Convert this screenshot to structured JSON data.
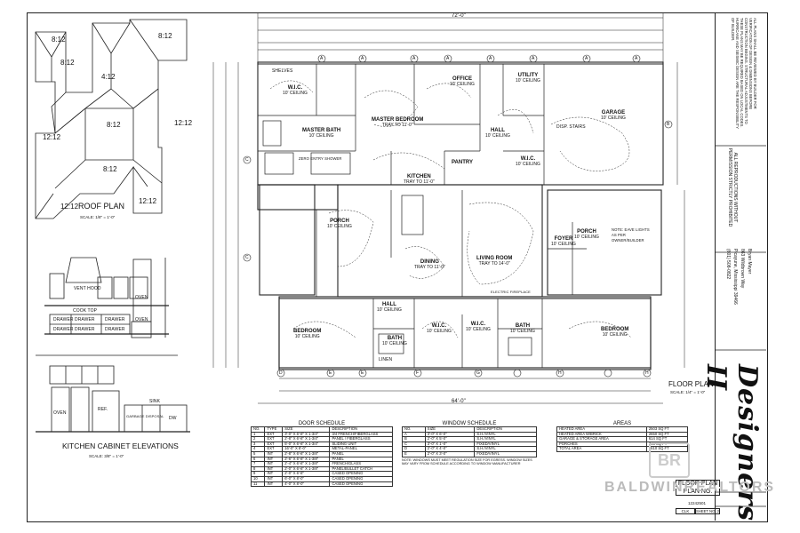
{
  "roof_plan": {
    "title": "ROOF PLAN",
    "scale": "SCALE: 1/8\" = 1'-0\"",
    "pitches": [
      "8:12",
      "8:12",
      "4:12",
      "8:12",
      "12:12",
      "8:12",
      "12:12",
      "8:12",
      "12:12",
      "12:12"
    ]
  },
  "kitchen_elevations": {
    "title": "KITCHEN CABINET ELEVATIONS",
    "scale": "SCALE: 3/8\" = 1'-0\"",
    "labels": [
      "VENT HOOD",
      "COOK TOP",
      "OVEN",
      "OVEN",
      "DRAWER",
      "DRAWER",
      "DRAWER",
      "DRAWER",
      "DRAWER",
      "DRAWER",
      "OVEN",
      "REF.",
      "SINK",
      "DW",
      "GARBAGE DISPOSAL"
    ]
  },
  "floor_plan": {
    "title": "FLOOR PLAN",
    "scale": "SCALE: 1/4\" = 1'-0\"",
    "overall_width": "72'-0\"",
    "overall_bottom": "64'-0\"",
    "rooms": [
      {
        "name": "W.I.C.",
        "ceiling": "10' CEILING"
      },
      {
        "name": "MASTER BEDROOM",
        "ceiling": "TRAY TO 11'-0\""
      },
      {
        "name": "MASTER BATH",
        "ceiling": "10' CEILING"
      },
      {
        "name": "OFFICE",
        "ceiling": "10' CEILING"
      },
      {
        "name": "UTILITY",
        "ceiling": "10' CEILING"
      },
      {
        "name": "GARAGE",
        "ceiling": "10' CEILING"
      },
      {
        "name": "HALL",
        "ceiling": "10' CEILING"
      },
      {
        "name": "W.I.C.",
        "ceiling": "10' CEILING"
      },
      {
        "name": "PANTRY",
        "ceiling": ""
      },
      {
        "name": "KITCHEN",
        "ceiling": "TRAY TO 11'-0\""
      },
      {
        "name": "PORCH",
        "ceiling": "10' CEILING"
      },
      {
        "name": "DINING",
        "ceiling": "TRAY TO 11'-0\""
      },
      {
        "name": "LIVING ROOM",
        "ceiling": "TRAY TO 14'-0\""
      },
      {
        "name": "FOYER",
        "ceiling": "10' CEILING"
      },
      {
        "name": "PORCH",
        "ceiling": "10' CEILING"
      },
      {
        "name": "HALL",
        "ceiling": "10' CEILING"
      },
      {
        "name": "BEDROOM",
        "ceiling": "10' CEILING"
      },
      {
        "name": "BATH",
        "ceiling": "10' CEILING"
      },
      {
        "name": "W.I.C.",
        "ceiling": "10' CEILING"
      },
      {
        "name": "W.I.C.",
        "ceiling": "10' CEILING"
      },
      {
        "name": "BATH",
        "ceiling": "10' CEILING"
      },
      {
        "name": "BEDROOM",
        "ceiling": "10' CEILING"
      }
    ],
    "notes": {
      "shelves": "SHELVES",
      "zero_entry_shower": "ZERO ENTRY SHOWER",
      "disp_stairs": "DISP. STAIRS",
      "linen": "LINEN",
      "eave_note": "NOTE: EAVE LIGHTS AS PER OWNER/BUILDER",
      "electric_fireplace": "ELECTRIC FIREPLACE",
      "grid_labels": [
        "A",
        "A",
        "A",
        "A",
        "A",
        "A",
        "A",
        "A",
        "B",
        "C",
        "C",
        "D",
        "E",
        "E",
        "F",
        "G",
        "H",
        "H"
      ]
    }
  },
  "door_schedule": {
    "title": "DOOR SCHEDULE",
    "headers": [
      "NO.",
      "TYPE",
      "SIZE",
      "DESCRIPTION"
    ],
    "rows": [
      [
        "1",
        "EXT",
        "3'-0\" X 6'-8\" X 1-3/4\"",
        "3/4 FRENCH/FIBERGLASS"
      ],
      [
        "2",
        "EXT",
        "2'-8\" X 6'-8\" X 1-3/4\"",
        "PANEL / FIBERGLASS"
      ],
      [
        "3",
        "EXT",
        "5'-0\" X 6'-8\" X 1-3/4\"",
        "SLIDING UNIT"
      ],
      [
        "4",
        "EXT",
        "16'-0\" X 8'-0\"",
        "METAL-PANEL"
      ],
      [
        "5",
        "INT",
        "2'-8\" X 6'-8\" X 1-3/8\"",
        "PANEL"
      ],
      [
        "6",
        "INT",
        "2'-6\" X 6'-8\" X 1-3/8\"",
        "PANEL"
      ],
      [
        "7",
        "INT",
        "2'-4\" X 6'-8\" X 1-3/8\"",
        "FRENCH/GLASS"
      ],
      [
        "8",
        "INT",
        "2'-0\" X 6'-8\" X 1-3/8\"",
        "PANEL/BULLET CATCH"
      ],
      [
        "9",
        "INT",
        "2'-0\" X 6'-8\"",
        "CASED OPENING"
      ],
      [
        "10",
        "INT",
        "6'-0\" X 8'-0\"",
        "CASED OPENING"
      ],
      [
        "11",
        "INT",
        "4'-0\" X 8'-0\"",
        "CASED OPENING"
      ]
    ]
  },
  "window_schedule": {
    "title": "WINDOW SCHEDULE",
    "headers": [
      "NO.",
      "SIZE",
      "DESCRIPTION"
    ],
    "rows": [
      [
        "A",
        "3'-0\" X 6'-0\"",
        "S.H./VINYL"
      ],
      [
        "B",
        "2'-0\" X 5'-0\"",
        "S.H./VINYL"
      ],
      [
        "C",
        "3'-0\" X 1'-0\"",
        "FIXED/VINYL"
      ],
      [
        "D",
        "2'-0\" X 4'-0\"",
        "S.H./VINYL"
      ],
      [
        "E",
        "2'-0\" X 3'-0\"",
        "FIXED/VINYL"
      ]
    ],
    "note": "NOTE: WINDOWS MUST MEET REGULATION SIZE FOR EGRESS. WINDOW SIZES MAY VARY FROM SCHEDULE ACCORDING TO WINDOW MANUFACTURER"
  },
  "areas": {
    "title": "AREAS",
    "rows": [
      [
        "HEATED AREA",
        "2503 SQ FT"
      ],
      [
        "HEATED AREA W/BRICK",
        "2650 SQ FT"
      ],
      [
        "GARAGE & STORAGE AREA",
        "614 SQ FT"
      ],
      [
        "PORCHES",
        "346 SQ FT"
      ],
      [
        "TOTAL AREA",
        "3610 SQ FT"
      ]
    ]
  },
  "title_block": {
    "notes": "ALL PLANS SHALL BE REVIEWED BY BUILDER FOR VERIFICATION OF DESIGN & DIMENSIONS BEFORE CONSTRUCTION BEGINS. STRUCTURAL ADJUSTMENTS TO THESE PLANS MAY BE REQUIRED BASED ON LOCAL CODES. HURRICANE AND SEISMIC DESIGN ARE THE RESPONSIBILITY OF BUILDER.",
    "reproduction": "ALL REPRODUCTIONS WITHOUT PERMISSION STRICTLY PROHIBITED",
    "address_line1": "Bryan Mayer",
    "address_line2": "863 Wildbrown Way",
    "address_line3": "Picayune, Mississippi 39466",
    "phone": "(601) 508-0822",
    "brand": "Designers II",
    "sheet_label": "FLOOR PLAN",
    "plan_no_label": "PLAN NO.",
    "plan_no": "12242501",
    "clk": "CLK",
    "sheet_no": "SHEET NO. 2"
  },
  "watermark": "BALDWINREALTORS"
}
